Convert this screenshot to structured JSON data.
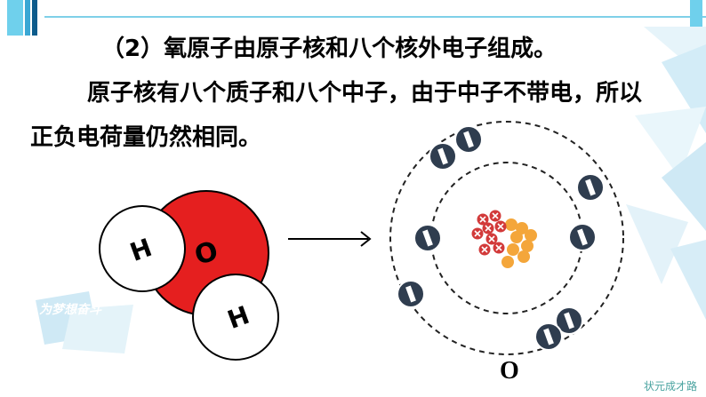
{
  "paragraphs": {
    "line1": "（2）氧原子由原子核和八个核外电子组成。",
    "line2": "原子核有八个质子和八个中子，由于中子不带电，所以正负电荷量仍然相同。"
  },
  "molecule": {
    "center_label": "O",
    "left_label": "H",
    "bottom_label": "H"
  },
  "atom": {
    "label": "O",
    "electron_count": 8,
    "proton_count": 8,
    "neutron_count": 8
  },
  "watermark": {
    "main": "为梦想奋斗"
  },
  "footer": {
    "text": "状元成才路"
  },
  "colors": {
    "accent": "#5bc4e6",
    "oxygen": "#e51f1f",
    "electron": "#2f3d4f",
    "proton": "#d23a3a",
    "neutron": "#f4a63a"
  }
}
